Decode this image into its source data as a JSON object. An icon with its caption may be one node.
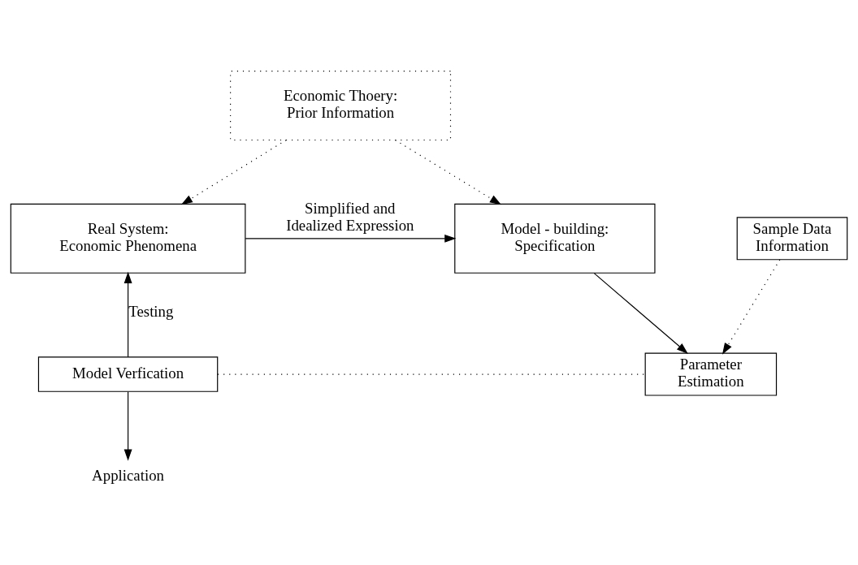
{
  "diagram": {
    "nodes": [
      {
        "text": [
          "Economic Thoery: Prior Information"
        ]
      },
      {
        "text": [
          "Real System: Economic Phenomena"
        ]
      },
      {
        "text": [
          "Model - building: Specification"
        ]
      },
      {
        "text": [
          "Model Verfication"
        ]
      },
      {
        "text": [
          "Parameter Estimation"
        ]
      },
      {
        "text": [
          "Application"
        ]
      },
      {
        "text": [
          "Sample Data Information"
        ]
      }
    ],
    "edges": [
      {
        "from": 0,
        "to": 1,
        "arrow": "to",
        "style": "dashed"
      },
      {
        "from": 0,
        "to": 2,
        "arrow": "to",
        "style": "dashed"
      },
      {
        "from": 1,
        "to": 2,
        "arrow": "to",
        "label": "Simplified and Idealized Expression"
      },
      {
        "from": 2,
        "to": 4,
        "arrow": "to"
      },
      {
        "from": 3,
        "to": 1,
        "arrow": "to",
        "label": "Testing"
      },
      {
        "from": 3,
        "to": 4,
        "arrow": "none",
        "style": "dashed"
      },
      {
        "from": 3,
        "to": 5,
        "arrow": "to"
      },
      {
        "from": 6,
        "to": 4,
        "arrow": "to",
        "style": "dashed"
      }
    ]
  }
}
